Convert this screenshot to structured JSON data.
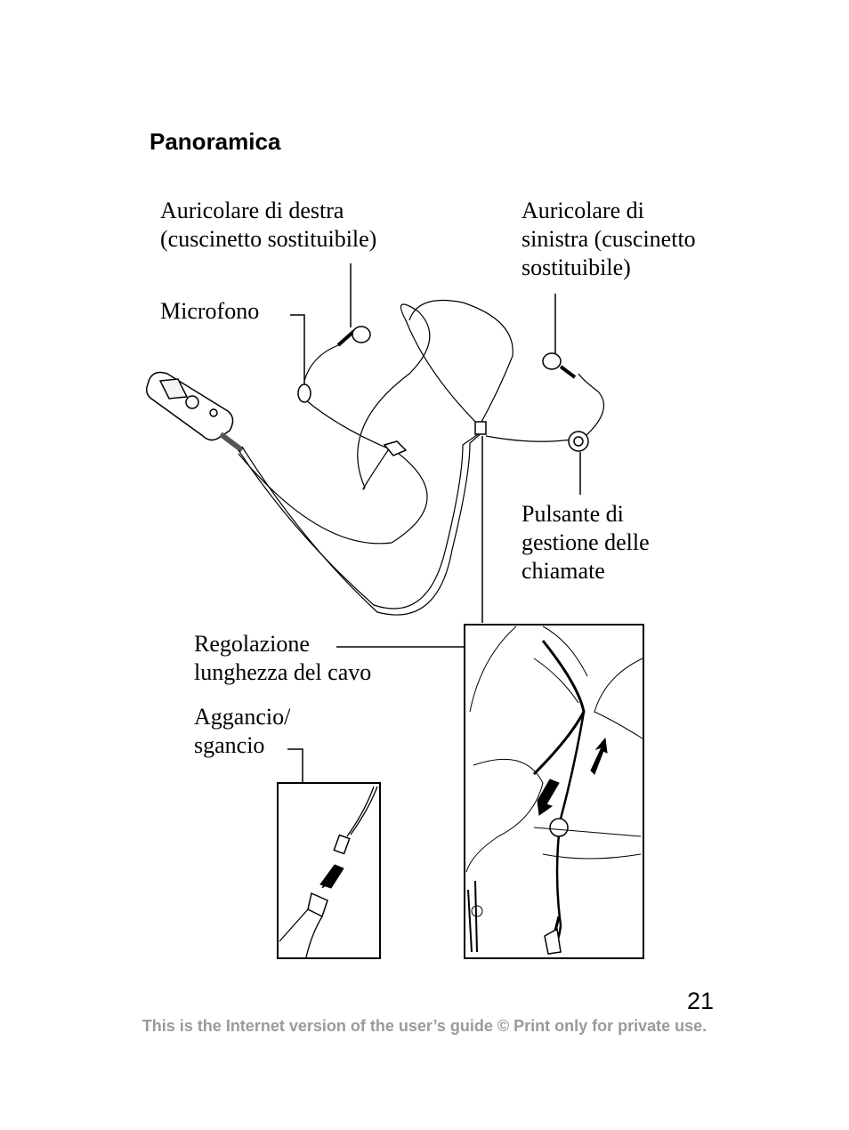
{
  "heading": "Panoramica",
  "labels": {
    "right_earpiece": [
      "Auricolare di destra",
      "(cuscinetto sostituibile)"
    ],
    "left_earpiece": [
      "Auricolare di",
      "sinistra (cuscinetto",
      "sostituibile)"
    ],
    "microphone": "Microfono",
    "call_button": [
      "Pulsante di",
      "gestione delle",
      "chiamate"
    ],
    "cable_adjust": [
      "Regolazione",
      "lunghezza del cavo"
    ],
    "attach_detach": [
      "Aggancio/",
      "sgancio"
    ]
  },
  "page_number": "21",
  "footer": "This is the Internet version of the user’s guide © Print only for private use."
}
